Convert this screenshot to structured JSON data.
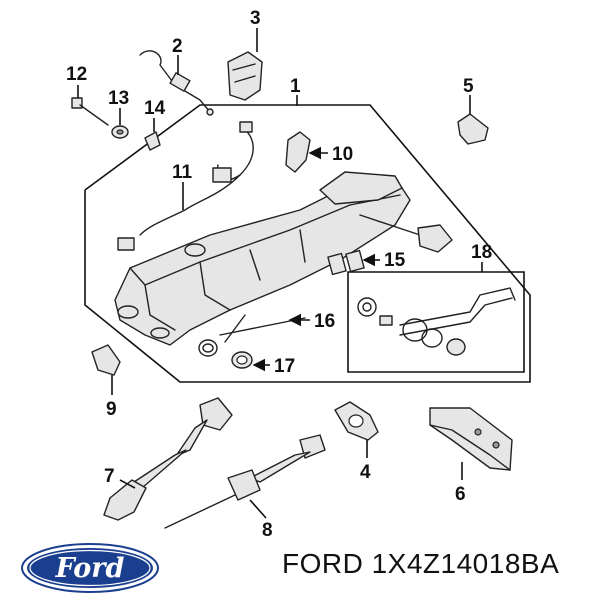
{
  "callouts": {
    "c1": "1",
    "c2": "2",
    "c3": "3",
    "c4": "4",
    "c5": "5",
    "c6": "6",
    "c7": "7",
    "c8": "8",
    "c9": "9",
    "c10": "10",
    "c11": "11",
    "c12": "12",
    "c13": "13",
    "c14": "14",
    "c15": "15",
    "c16": "16",
    "c17": "17",
    "c18": "18"
  },
  "footer": {
    "logo_text": "Ford",
    "part_number": "FORD 1X4Z14018BA"
  },
  "colors": {
    "logo_blue": "#1b3f8f",
    "line": "#111111"
  }
}
